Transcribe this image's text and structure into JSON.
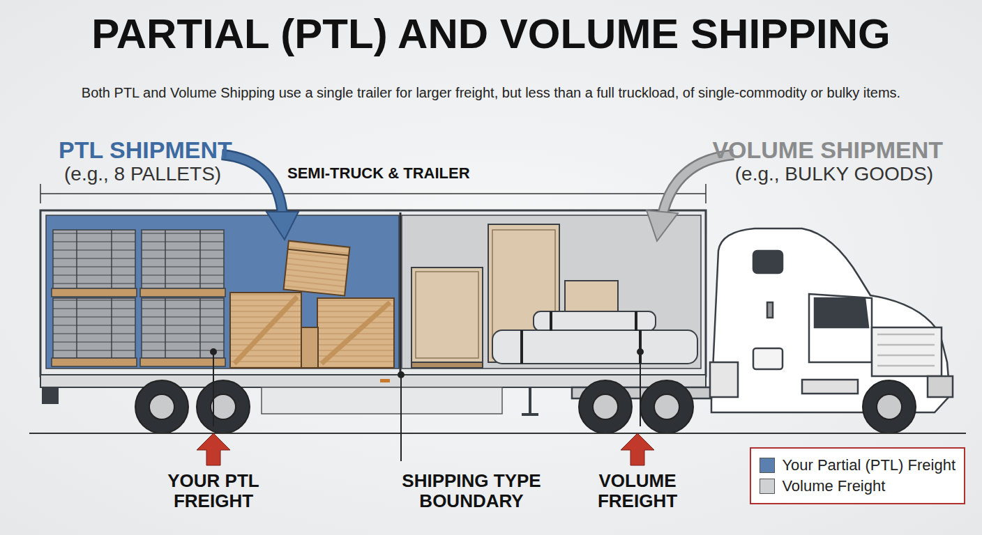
{
  "diagram": {
    "title": "PARTIAL (PTL) AND VOLUME SHIPPING",
    "labels": [
      "Both PTL and Volume Shipping use a single trailer for larger freight, but less than a full truckload, of single-commodity or bulky items.",
      "PTL SHIPMENT",
      "(e.g., 8 PALLETS)",
      "SEMI-TRUCK & TRAILER",
      "VOLUME SHIPMENT",
      "(e.g., BULKY GOODS)",
      "YOUR PTL FREIGHT",
      "SHIPPING TYPE BOUNDARY",
      "VOLUME FREIGHT"
    ],
    "legend": [
      {
        "text": "Your Partial (PTL) Freight",
        "color": "#5b7fae"
      },
      {
        "text": "Volume Freight",
        "color": "#d0d1d2"
      }
    ]
  }
}
